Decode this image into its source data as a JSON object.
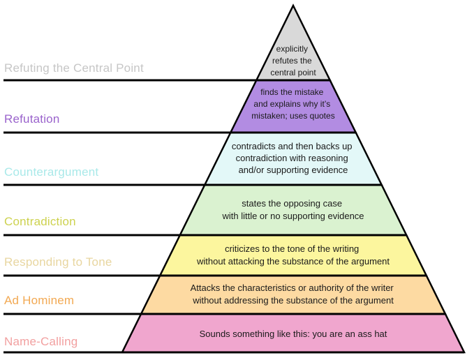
{
  "pyramid": {
    "outline_color": "#000000",
    "text_color": "#1a1a1a",
    "levels": [
      {
        "label": "Refuting the Central Point",
        "label_color": "#c6c6c6",
        "fill": "#d9d9d9",
        "lines": [
          "explicitly",
          "refutes the",
          "central point"
        ]
      },
      {
        "label": "Refutation",
        "label_color": "#9a63cc",
        "fill": "#b28ce2",
        "lines": [
          "finds the mistake",
          "and explains why it’s",
          "mistaken; uses quotes"
        ]
      },
      {
        "label": "Counterargument",
        "label_color": "#a9e9e9",
        "fill": "#e3f8f8",
        "lines": [
          "contradicts and then backs up",
          "contradiction with reasoning",
          "and/or supporting evidence"
        ]
      },
      {
        "label": "Contradiction",
        "label_color": "#cdd24f",
        "fill": "#daf2d0",
        "lines": [
          "states the opposing case",
          "with little or no supporting evidence"
        ]
      },
      {
        "label": "Responding to Tone",
        "label_color": "#e8d6a0",
        "fill": "#fcf69e",
        "lines": [
          "criticizes to the tone of the writing",
          "without attacking the substance of the argument"
        ]
      },
      {
        "label": "Ad Hominem",
        "label_color": "#f2a953",
        "fill": "#fddaa2",
        "lines": [
          "Attacks the  characteristics or authority of the writer",
          "without addressing the substance of the argument"
        ]
      },
      {
        "label": "Name-Calling",
        "label_color": "#f2a0a0",
        "fill": "#f0a6ce",
        "lines": [
          "Sounds something like this: you are an ass hat"
        ]
      }
    ]
  }
}
